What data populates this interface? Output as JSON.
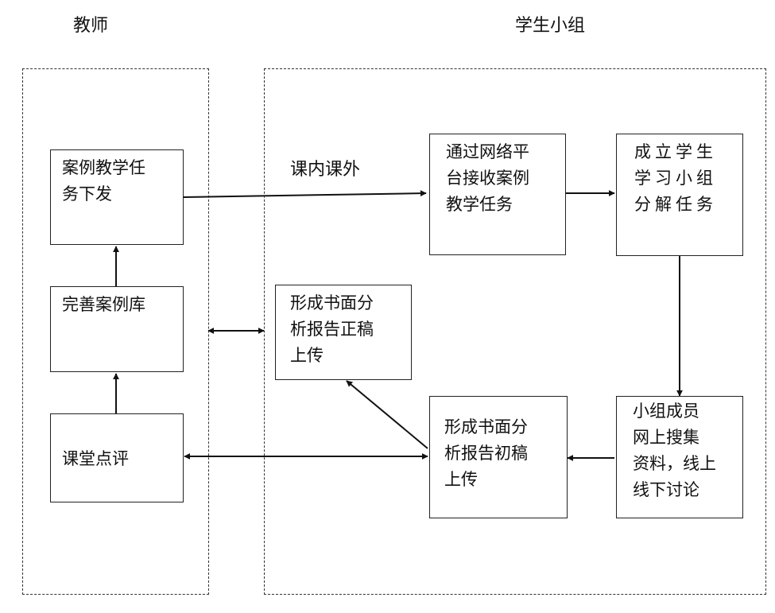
{
  "headers": {
    "teacher": "教师",
    "student_group": "学生小组"
  },
  "edge_label": "课内课外",
  "boxes": {
    "assign_task": "案例教学任\n务下发",
    "improve_library": "完善案例库",
    "class_review": "课堂点评",
    "receive_task": "通过网络平\n台接收案例\n教学任务",
    "form_group": "成立学生\n学习小组\n分解任务",
    "collect_info": "小组成员\n网上搜集\n资料，线上\n线下讨论",
    "draft_upload": "形成书面分\n析报告初稿\n上传",
    "final_upload": "形成书面分\n析报告正稿\n上传"
  }
}
